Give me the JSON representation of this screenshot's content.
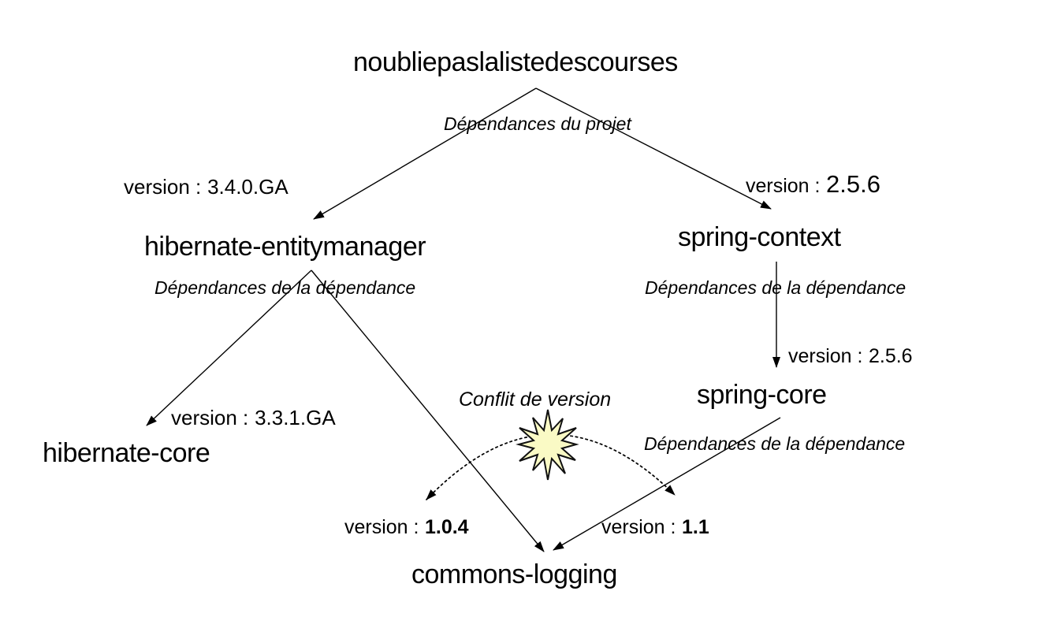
{
  "diagram": {
    "root": {
      "name": "noubliepaslalistedescourses"
    },
    "nodes": {
      "hibernate_entitymanager": "hibernate-entitymanager",
      "spring_context": "spring-context",
      "hibernate_core": "hibernate-core",
      "spring_core": "spring-core",
      "commons_logging": "commons-logging"
    },
    "annotations": {
      "project_deps": "Dépendances du projet",
      "dep_deps_left": "Dépendances de la dépendance",
      "dep_deps_right": "Dépendances de la dépendance",
      "dep_deps_right2": "Dépendances de la dépendance",
      "conflict": "Conflit de version"
    },
    "versions": {
      "root_to_hibernate_em": {
        "label": "version :",
        "value": "3.4.0.GA"
      },
      "root_to_spring_context": {
        "label": "version :",
        "value": "2.5.6"
      },
      "hibernate_em_to_core": {
        "label": "version :",
        "value": "3.3.1.GA"
      },
      "spring_context_to_core": {
        "label": "version :",
        "value": "2.5.6"
      },
      "hibernate_to_commons": {
        "label": "version :",
        "value": "1.0.4"
      },
      "spring_to_commons": {
        "label": "version :",
        "value": "1.1"
      }
    },
    "colors": {
      "starburst_fill": "#FAFAC5",
      "starburst_stroke": "#111111",
      "line": "#000000"
    }
  }
}
